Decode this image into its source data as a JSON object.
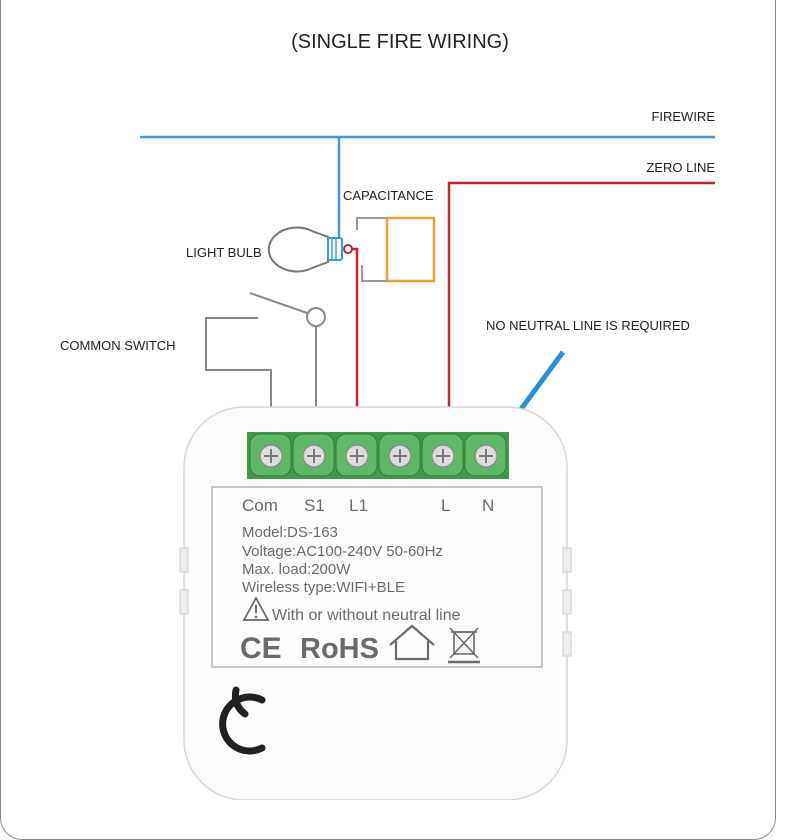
{
  "title": "(SINGLE FIRE WIRING)",
  "labels": {
    "firewire": "FIREWIRE",
    "zero_line": "ZERO LINE",
    "capacitance": "CAPACITANCE",
    "light_bulb": "LIGHT BULB",
    "common_switch": "COMMON SWITCH",
    "no_neutral": "NO NEUTRAL LINE IS REQUIRED"
  },
  "terminals": {
    "com": "Com",
    "s1": "S1",
    "l1": "L1",
    "l": "L",
    "n": "N"
  },
  "specs": {
    "model": "Model:DS-163",
    "voltage": "Voltage:AC100-240V  50-60Hz",
    "max_load": "Max. load:200W",
    "wireless": "Wireless type:WIFI+BLE",
    "neutral_note": "With or without neutral line"
  },
  "marks": {
    "ce": "CE",
    "rohs": "RoHS"
  },
  "colors": {
    "fire_wire": "#3a9ad9",
    "zero_wire": "#c0272d",
    "capacitor": "#f0a030",
    "terminal_green": "#3f9a4a",
    "arrow": "#2a8fd6"
  },
  "icons": [
    "warning-icon",
    "home-icon",
    "weee-bin-icon",
    "hook-icon"
  ]
}
